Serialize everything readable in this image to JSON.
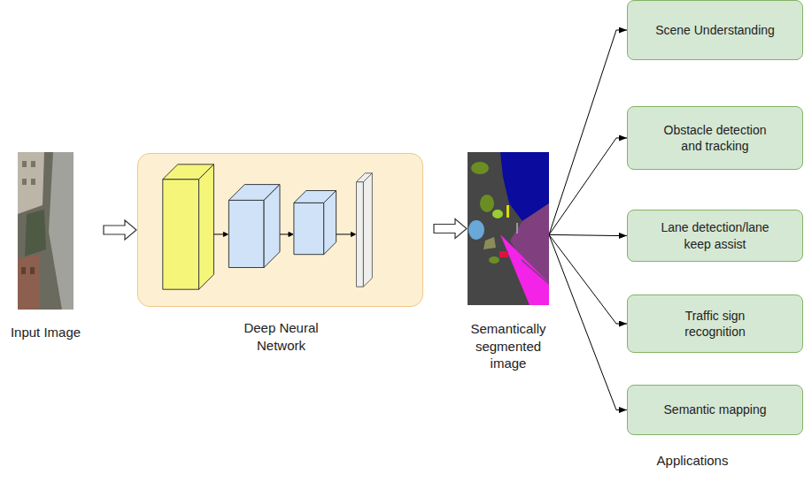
{
  "diagram": {
    "nodes": [
      {
        "text": [
          "Input Image"
        ]
      },
      {
        "text": [
          "Deep Neural Network"
        ]
      },
      {
        "text": [
          "Semantically segmented image"
        ]
      },
      {
        "text": [
          "Scene Understanding"
        ]
      },
      {
        "text": [
          "Obstacle detection and tracking"
        ]
      },
      {
        "text": [
          "Lane detection/lane keep assist"
        ]
      },
      {
        "text": [
          "Traffic sign recognition"
        ]
      },
      {
        "text": [
          "Semantic mapping"
        ]
      }
    ],
    "edges": [
      {
        "from": 0,
        "to": 1,
        "arrow": "to"
      },
      {
        "from": 1,
        "to": 2,
        "arrow": "to"
      },
      {
        "from": 2,
        "to": 3,
        "arrow": "to"
      },
      {
        "from": 2,
        "to": 4,
        "arrow": "to"
      },
      {
        "from": 2,
        "to": 5,
        "arrow": "to"
      },
      {
        "from": 2,
        "to": 6,
        "arrow": "to"
      },
      {
        "from": 2,
        "to": 7,
        "arrow": "to"
      }
    ],
    "labels": [
      "Applications"
    ]
  }
}
